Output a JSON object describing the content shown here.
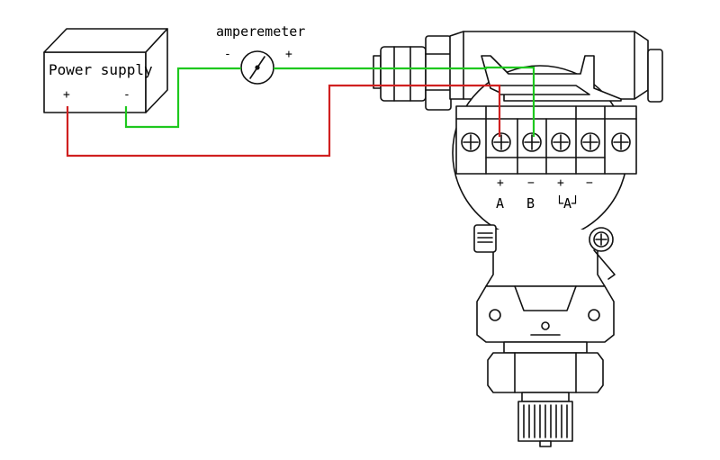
{
  "power_supply": {
    "label": "Power supply",
    "plus": "+",
    "minus": "-"
  },
  "ammeter": {
    "label": "amperemeter",
    "minus": "-",
    "plus": "+"
  },
  "terminals": {
    "signs": [
      "+",
      "−",
      "+",
      "−"
    ],
    "labels": [
      "A",
      "B",
      "└A┘"
    ]
  },
  "colors": {
    "positive_wire": "#d02020",
    "negative_wire": "#1ec81e",
    "outline": "#111111"
  }
}
